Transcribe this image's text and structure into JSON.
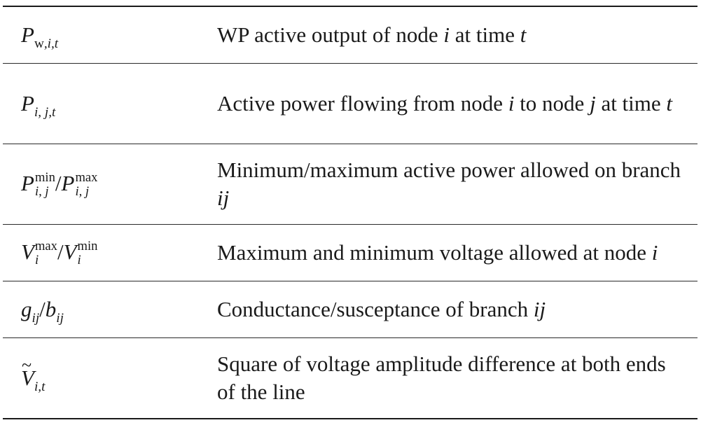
{
  "rows": [
    {
      "symbol": {
        "base": "P",
        "sub_upright": "w",
        "sub_rest": ",i,t"
      },
      "description_parts": [
        "WP active output of node ",
        "i",
        " at time ",
        "t"
      ]
    },
    {
      "symbol": {
        "base": "P",
        "sub": "i, j,t"
      },
      "description_parts": [
        "Active power flowing from node ",
        "i",
        " to node ",
        "j",
        " at time ",
        "t"
      ]
    },
    {
      "symbol": {
        "base1": "P",
        "sup1": "min",
        "sub1": "i, j",
        "sep": "/",
        "base2": "P",
        "sup2": "max",
        "sub2": "i, j"
      },
      "description_parts": [
        "Minimum/maximum active power allowed on branch ",
        "ij"
      ]
    },
    {
      "symbol": {
        "base1": "V",
        "sup1": "max",
        "sub1": "i",
        "sep": "/",
        "base2": "V",
        "sup2": "min",
        "sub2": "i"
      },
      "description_parts": [
        "Maximum and minimum voltage allowed at node ",
        "i"
      ]
    },
    {
      "symbol": {
        "base1": "g",
        "sub1": "ij",
        "sep": "/",
        "base2": "b",
        "sub2": "ij"
      },
      "description_parts": [
        "Conductance/susceptance of branch ",
        "ij"
      ]
    },
    {
      "symbol": {
        "tilde": "~",
        "base": "V",
        "sub": "i,t"
      },
      "description_parts": [
        "Square of voltage amplitude difference at both ends of the line"
      ]
    }
  ]
}
